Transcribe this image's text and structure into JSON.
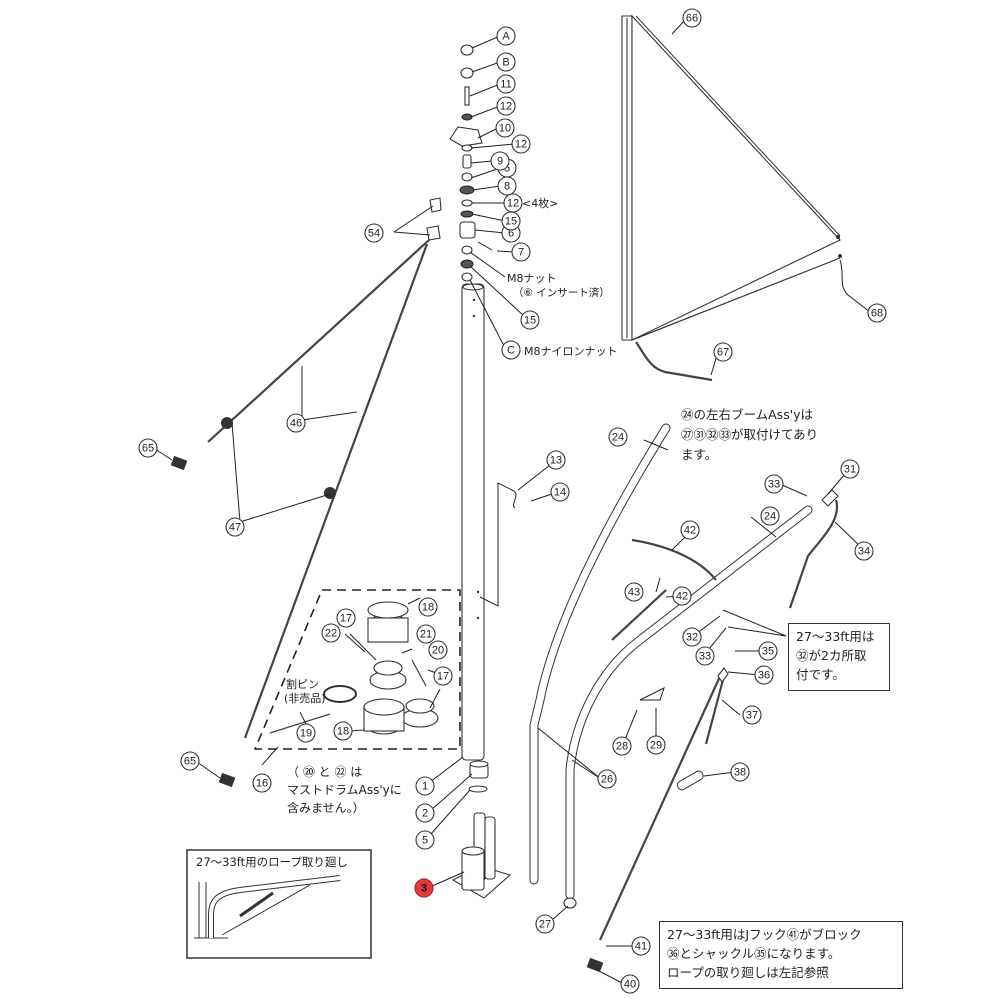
{
  "diagram": {
    "title": "Mast / Boom / Sail parts exploded view",
    "highlight_color": "#e03a3a",
    "callouts": [
      {
        "id": "A",
        "label": "A"
      },
      {
        "id": "B",
        "label": "B"
      },
      {
        "id": "C",
        "label": "C"
      },
      {
        "id": "1",
        "label": "1"
      },
      {
        "id": "2",
        "label": "2"
      },
      {
        "id": "3",
        "label": "3",
        "highlighted": true
      },
      {
        "id": "5a",
        "label": "5"
      },
      {
        "id": "5b",
        "label": "5"
      },
      {
        "id": "6",
        "label": "6"
      },
      {
        "id": "7",
        "label": "7"
      },
      {
        "id": "8",
        "label": "8"
      },
      {
        "id": "9",
        "label": "9"
      },
      {
        "id": "10",
        "label": "10"
      },
      {
        "id": "11",
        "label": "11"
      },
      {
        "id": "12a",
        "label": "12"
      },
      {
        "id": "12b",
        "label": "12"
      },
      {
        "id": "12c",
        "label": "12"
      },
      {
        "id": "13",
        "label": "13"
      },
      {
        "id": "14",
        "label": "14"
      },
      {
        "id": "15a",
        "label": "15"
      },
      {
        "id": "15b",
        "label": "15"
      },
      {
        "id": "16",
        "label": "16"
      },
      {
        "id": "17a",
        "label": "17"
      },
      {
        "id": "17b",
        "label": "17"
      },
      {
        "id": "18a",
        "label": "18"
      },
      {
        "id": "18b",
        "label": "18"
      },
      {
        "id": "19",
        "label": "19"
      },
      {
        "id": "20",
        "label": "20"
      },
      {
        "id": "21",
        "label": "21"
      },
      {
        "id": "22",
        "label": "22"
      },
      {
        "id": "24a",
        "label": "24"
      },
      {
        "id": "24b",
        "label": "24"
      },
      {
        "id": "26",
        "label": "26"
      },
      {
        "id": "27",
        "label": "27"
      },
      {
        "id": "28",
        "label": "28"
      },
      {
        "id": "29",
        "label": "29"
      },
      {
        "id": "31",
        "label": "31"
      },
      {
        "id": "32",
        "label": "32"
      },
      {
        "id": "33a",
        "label": "33"
      },
      {
        "id": "33b",
        "label": "33"
      },
      {
        "id": "34",
        "label": "34"
      },
      {
        "id": "35",
        "label": "35"
      },
      {
        "id": "36",
        "label": "36"
      },
      {
        "id": "37",
        "label": "37"
      },
      {
        "id": "38",
        "label": "38"
      },
      {
        "id": "40",
        "label": "40"
      },
      {
        "id": "41",
        "label": "41"
      },
      {
        "id": "42a",
        "label": "42"
      },
      {
        "id": "42b",
        "label": "42"
      },
      {
        "id": "43",
        "label": "43"
      },
      {
        "id": "46",
        "label": "46"
      },
      {
        "id": "47",
        "label": "47"
      },
      {
        "id": "54",
        "label": "54"
      },
      {
        "id": "65a",
        "label": "65"
      },
      {
        "id": "65b",
        "label": "65"
      },
      {
        "id": "66",
        "label": "66"
      },
      {
        "id": "67",
        "label": "67"
      },
      {
        "id": "68",
        "label": "68"
      }
    ],
    "annotations": {
      "qty_4": "<4枚>",
      "m8_nut": "M8ナット",
      "m8_nut_sub": "（⑥ インサート済）",
      "m8_nylon_nut": "M8ナイロンナット",
      "split_pin": "割ピン",
      "split_pin_sub": "(非売品)",
      "drum_note_line1": "（ ⑳ と ㉒ は",
      "drum_note_line2": "マストドラムAss'yに",
      "drum_note_line3": "含みません。）",
      "boom_note_line1": "㉔の左右ブームAss'yは",
      "boom_note_line2": "㉗㉛㉜㉝が取付けてあり",
      "boom_note_line3": "ます。",
      "ft_box_line1": "27～33ft用は",
      "ft_box_line2": "㉜が2カ所取",
      "ft_box_line3": "付です。",
      "jhook_box_line1": "27～33ft用はJフック㊶がブロック",
      "jhook_box_line2": "㊱とシャックル㉟になります。",
      "jhook_box_line3": "ロープの取り廻しは左記参照",
      "inset_title": "27～33ft用のロープ取り廻し"
    }
  }
}
